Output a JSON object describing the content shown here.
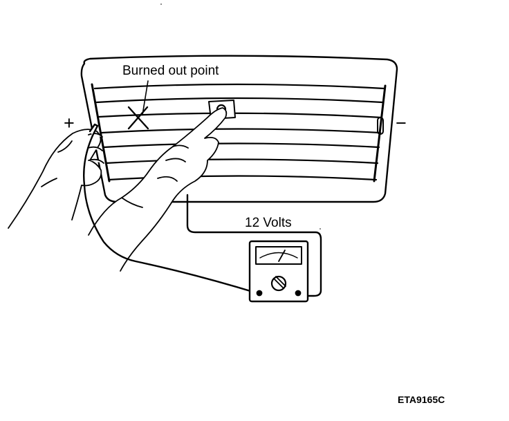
{
  "labels": {
    "burned_out_point": "Burned out point",
    "voltage": "12 Volts",
    "positive": "+",
    "negative": "−",
    "figure_code": "ETA9165C"
  },
  "colors": {
    "ink": "#000000",
    "paper": "#ffffff"
  }
}
